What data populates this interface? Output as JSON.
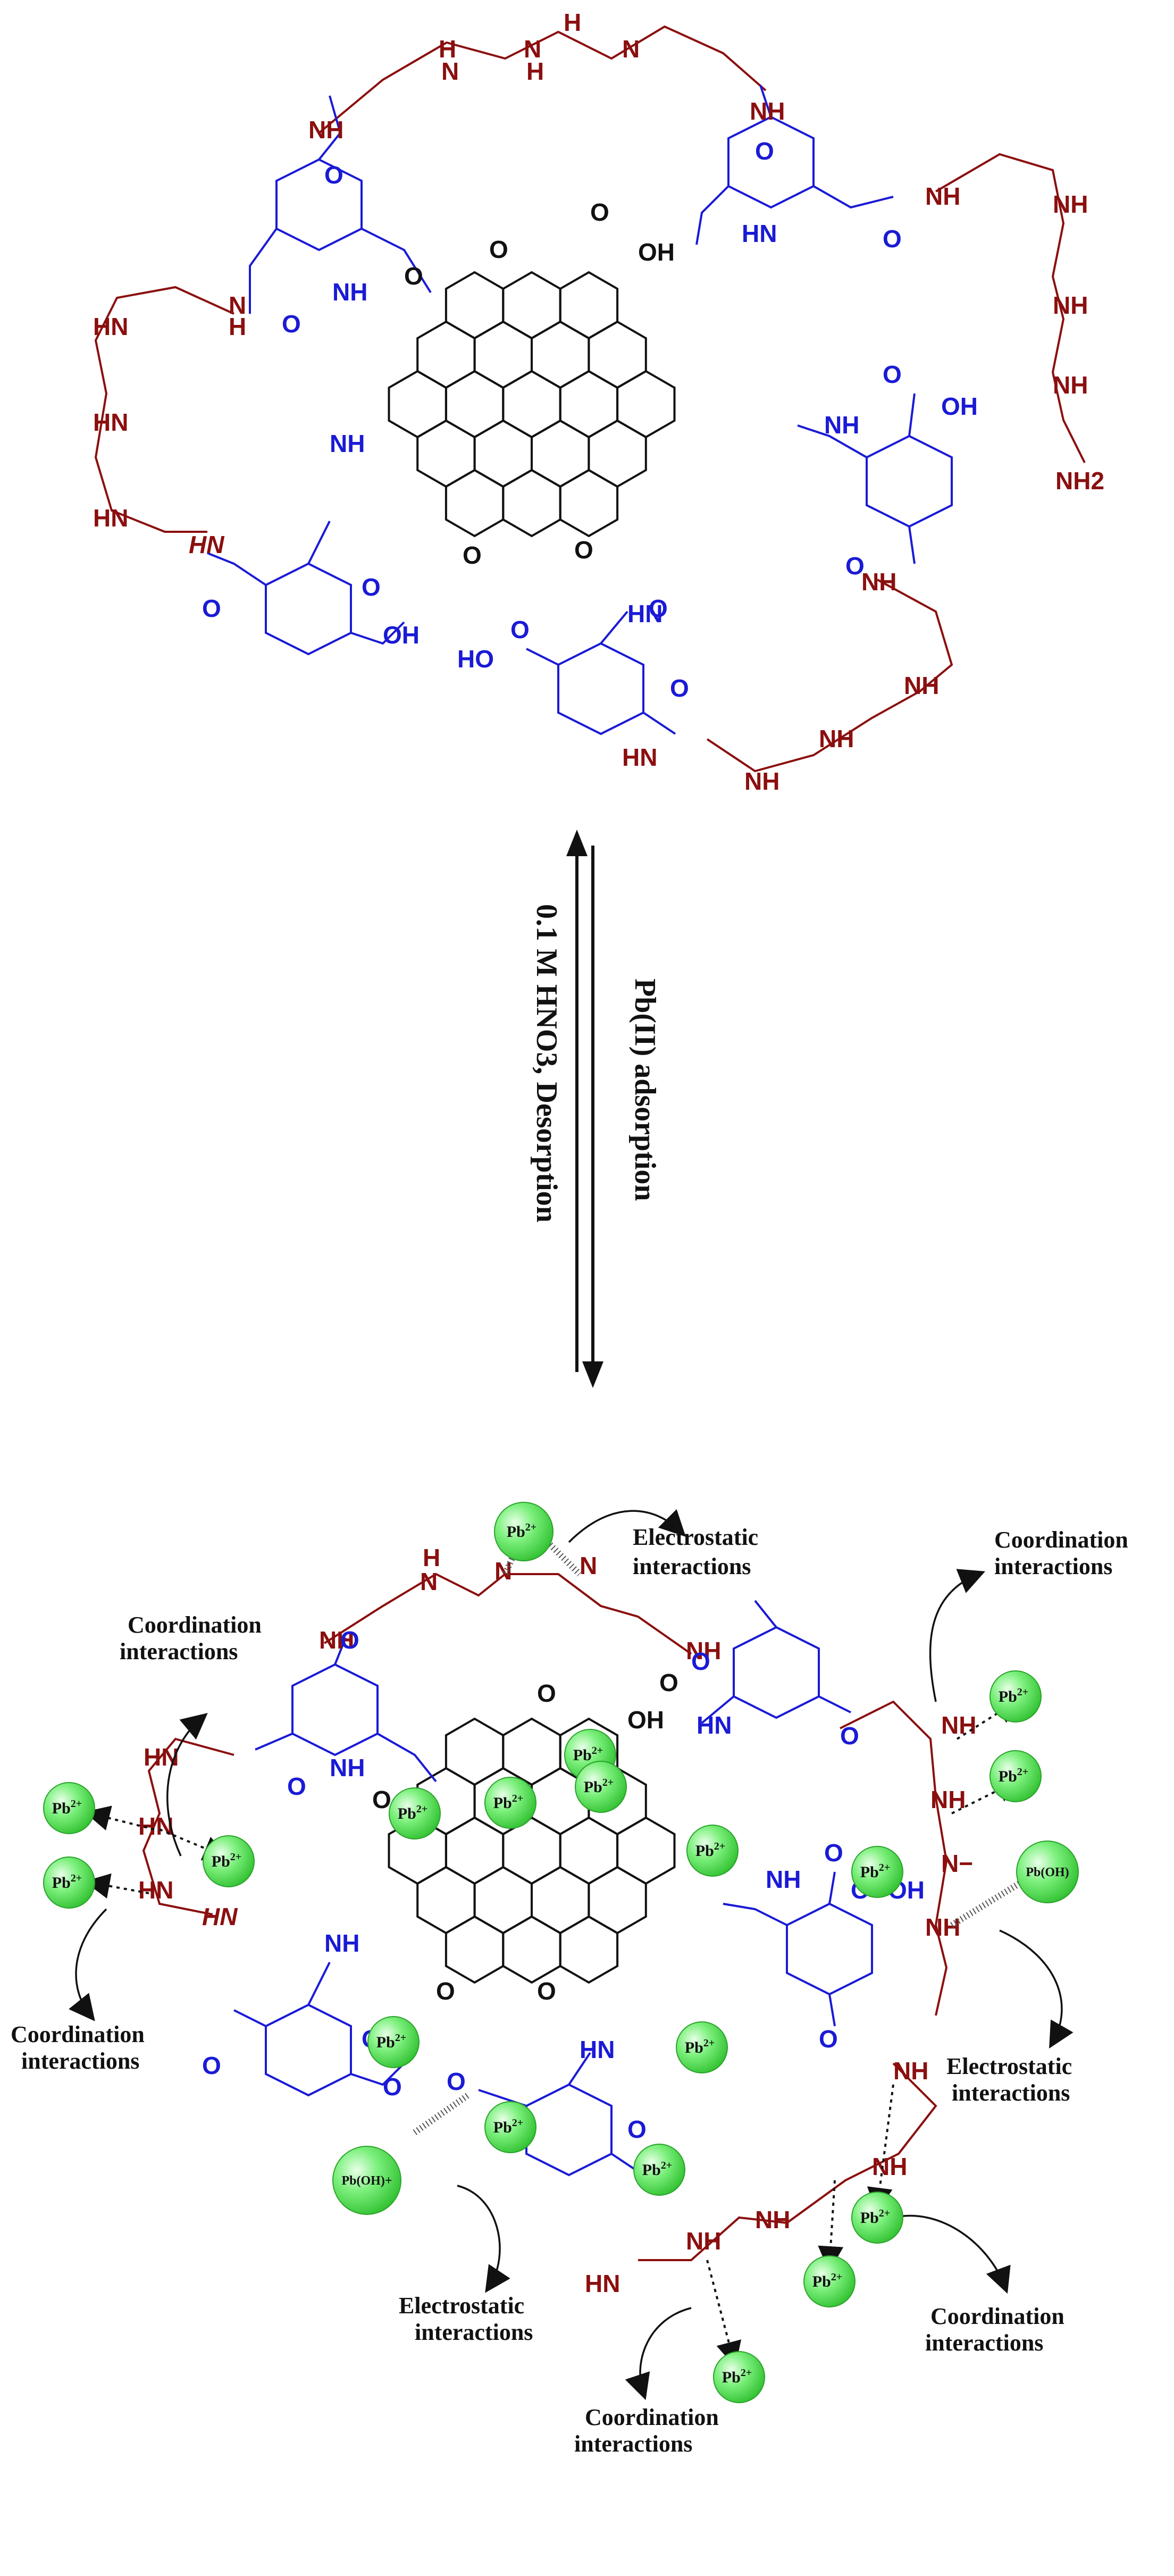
{
  "colors": {
    "amine_chain": "#8b0f0f",
    "aromatic_linker": "#1a1ad6",
    "core": "#111111",
    "pb_ion": "#5fe35f"
  },
  "top_structure": {
    "labels_red": [
      "NH",
      "H",
      "N",
      "H",
      "N",
      "H",
      "N",
      "NH",
      "NH",
      "N",
      "H",
      "HN",
      "HN",
      "HN",
      "HN",
      "NH",
      "NH",
      "NH",
      "NH2",
      "NH",
      "NH",
      "NH",
      "HN",
      "HN",
      "NH"
    ],
    "labels_blue": [
      "O",
      "O",
      "NH",
      "O",
      "O",
      "HN",
      "O",
      "OH",
      "NH",
      "O",
      "O",
      "NH",
      "O",
      "OH",
      "HN",
      "O",
      "HO",
      "O",
      "NH",
      "O",
      "O"
    ],
    "labels_black": [
      "O",
      "O",
      "OH",
      "O",
      "O",
      "O"
    ]
  },
  "arrow": {
    "forward_label": "Pb(II)  adsorption",
    "reverse_label": "0.1 M HNO3, Desorption"
  },
  "bottom_structure": {
    "pb_ion": "Pb2+",
    "pb_ion_base": "Pb",
    "pb_ion_charge": "2+",
    "pb_oh": "Pb(OH)",
    "pb_oh_plus": "Pb(OH)+",
    "annotations": {
      "electrostatic_top": [
        "Electrostatic",
        "interactions"
      ],
      "coordination_left": [
        "Coordination",
        "interactions"
      ],
      "coordination_right_top": [
        "Coordination",
        "interactions"
      ],
      "coordination_left_bottom": [
        "Coordination",
        "interactions"
      ],
      "electrostatic_right": [
        "Electrostatic",
        "interactions"
      ],
      "electrostatic_bottom": [
        "Electrostatic",
        "interactions"
      ],
      "coordination_bottom": [
        "Coordination",
        "interactions"
      ],
      "coordination_bottom_right": [
        "Coordination",
        "interactions"
      ]
    },
    "labels_red": [
      "N",
      "N",
      "NH",
      "H",
      "N",
      "NH",
      "NH",
      "NH",
      "N−",
      "NH",
      "HN",
      "HN",
      "HN",
      "HN",
      "NH",
      "NH",
      "NH",
      "NH",
      "HN"
    ],
    "labels_blue": [
      "O",
      "NH",
      "O",
      "HN",
      "O",
      "O",
      "O",
      "NH",
      "O",
      "OH",
      "O",
      "HN",
      "O",
      "O",
      "O",
      "O",
      "NH",
      "O"
    ],
    "labels_black": [
      "O",
      "O",
      "OH",
      "O",
      "O",
      "O"
    ]
  }
}
